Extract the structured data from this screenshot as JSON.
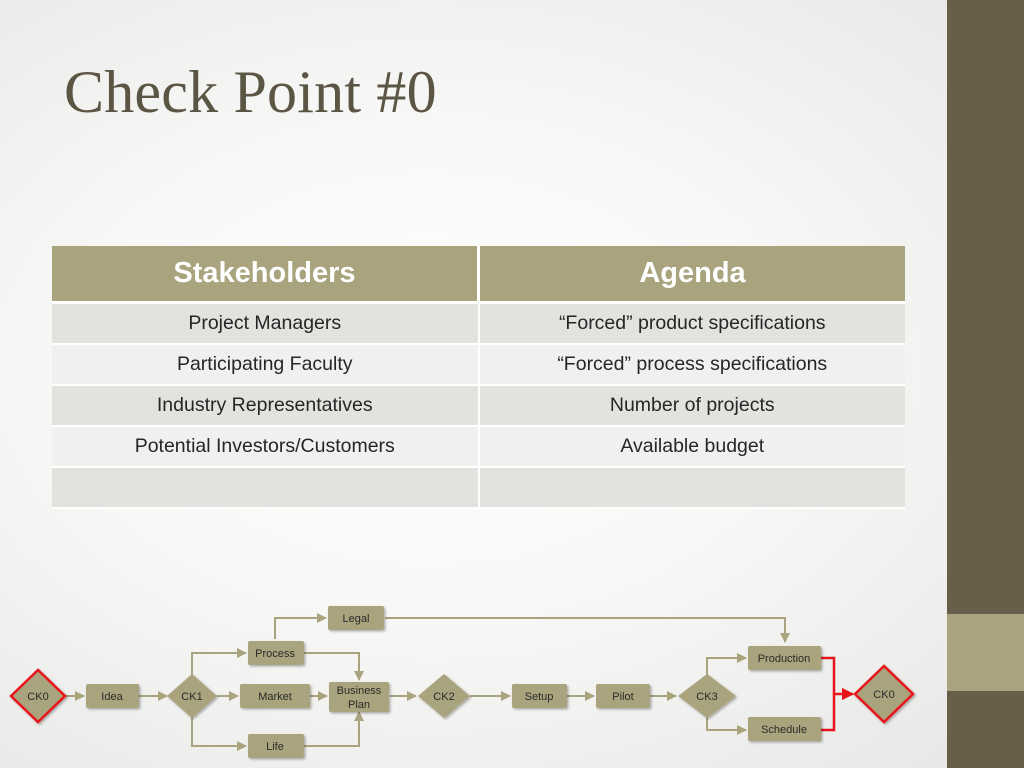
{
  "slide": {
    "title": "Check Point #0"
  },
  "table": {
    "headers": [
      "Stakeholders",
      "Agenda"
    ],
    "rows": [
      [
        "Project Managers",
        "“Forced” product specifications"
      ],
      [
        "Participating Faculty",
        "“Forced” process specifications"
      ],
      [
        "Industry Representatives",
        "Number of projects"
      ],
      [
        "Potential Investors/Customers",
        "Available budget"
      ],
      [
        "",
        ""
      ]
    ]
  },
  "flow": {
    "ck0_start": "CK0",
    "idea": "Idea",
    "ck1": "CK1",
    "process": "Process",
    "market": "Market",
    "life": "Life",
    "legal": "Legal",
    "business_plan": [
      "Business",
      "Plan"
    ],
    "ck2": "CK2",
    "setup": "Setup",
    "pilot": "Pilot",
    "ck3": "CK3",
    "production": "Production",
    "schedule": "Schedule",
    "ck0_end": "CK0"
  },
  "colors": {
    "node_fill": "#a9a47d",
    "connector": "#a9a47d",
    "highlight": "#e8151b",
    "sidebar": "#675f4a",
    "sidebar_accent": "#a9a47f",
    "title_text": "#5b5544"
  }
}
